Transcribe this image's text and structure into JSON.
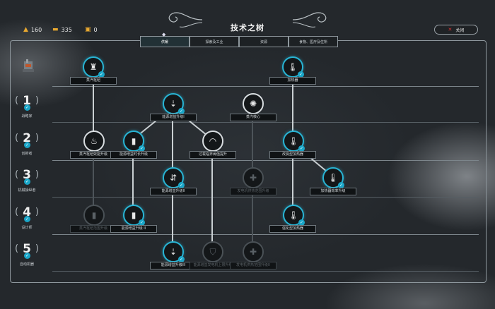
{
  "resources": [
    {
      "icon": "coal-icon",
      "value": "160"
    },
    {
      "icon": "wood-icon",
      "value": "335"
    },
    {
      "icon": "steel-icon",
      "value": "0"
    }
  ],
  "header": {
    "title": "技术之树",
    "close_label": "关闭"
  },
  "tabs": [
    {
      "label": "供暖",
      "active": true
    },
    {
      "label": "探索及工业",
      "active": false
    },
    {
      "label": "资源",
      "active": false
    },
    {
      "label": "食物、医疗及住所",
      "active": false
    }
  ],
  "tiers": [
    {
      "num": "1",
      "name": "战略家"
    },
    {
      "num": "2",
      "name": "创新者"
    },
    {
      "num": "3",
      "name": "机械操纵者"
    },
    {
      "num": "4",
      "name": "设计师"
    },
    {
      "num": "5",
      "name": "自动机器"
    }
  ],
  "nodes": [
    {
      "label": "蒸汽枢纽",
      "icon": "steam-hub-icon",
      "state": "done"
    },
    {
      "label": "加热器",
      "icon": "thermometer-icon",
      "state": "done"
    },
    {
      "label": "能源增益升级I",
      "icon": "heat-boost-icon",
      "state": "done"
    },
    {
      "label": "蒸汽核心 ",
      "icon": "steam-core-icon",
      "state": "available"
    },
    {
      "label": "蒸汽枢纽效能升级",
      "icon": "steam-hub-upgrade-icon",
      "state": "available"
    },
    {
      "label": "能源增益时长升级",
      "icon": "duration-icon",
      "state": "done"
    },
    {
      "label": "过载临界阈值提升",
      "icon": "gauge-icon",
      "state": "available"
    },
    {
      "label": "改良型加热器",
      "icon": "heater-upgrade-icon",
      "state": "done"
    },
    {
      "label": "能源增益升级II",
      "icon": "heat-boost-icon",
      "state": "done"
    },
    {
      "label": "发电机供热范围升级",
      "icon": "range-icon",
      "state": "locked"
    },
    {
      "label": "加热器效率升级",
      "icon": "heater-efficiency-icon",
      "state": "done"
    },
    {
      "label": "蒸汽枢纽范围升级",
      "icon": "steam-hub-range-icon",
      "state": "locked"
    },
    {
      "label": "能源增益升级 II",
      "icon": "duration-icon",
      "state": "done"
    },
    {
      "label": "强化型加热器",
      "icon": "heater-upgrade-icon",
      "state": "done"
    },
    {
      "label": "能源增益升级III",
      "icon": "heat-boost-icon",
      "state": "done"
    },
    {
      "label": "能源增益发电机上限升级",
      "icon": "shield-icon",
      "state": "locked"
    },
    {
      "label": "发电机供热范围升级II",
      "icon": "range-icon",
      "state": "locked"
    }
  ]
}
